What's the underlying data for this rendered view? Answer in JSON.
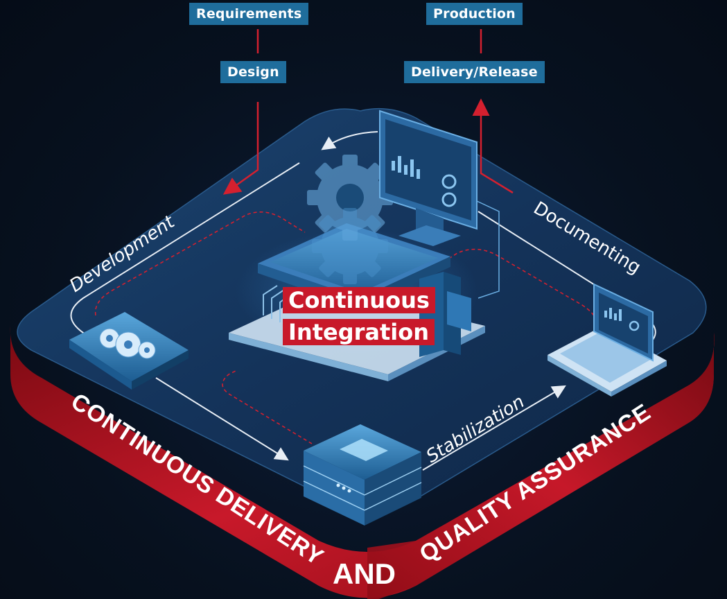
{
  "tags": {
    "requirements": "Requirements",
    "design": "Design",
    "production": "Production",
    "delivery_release": "Delivery/Release"
  },
  "stages": {
    "development": "Development",
    "documenting": "Documenting",
    "stabilization": "Stabilization"
  },
  "center": {
    "line1": "Continuous",
    "line2": "Integration"
  },
  "band": {
    "left": "CONTINUOUS DELIVERY",
    "middle": "AND",
    "right": "QUALITY ASSURANCE"
  },
  "icons": {
    "dev_module": "gears-module-icon",
    "server": "server-stack-icon",
    "laptop": "laptop-icon",
    "monitor": "monitor-chart-icon",
    "central_gear": "gear-icon"
  },
  "colors": {
    "background": "#07111f",
    "platform_top": "#15345c",
    "platform_edge": "#b3121f",
    "tag_blue": "#1f6d9c",
    "accent_red": "#c8192a",
    "flow_line": "#e8eef5"
  }
}
